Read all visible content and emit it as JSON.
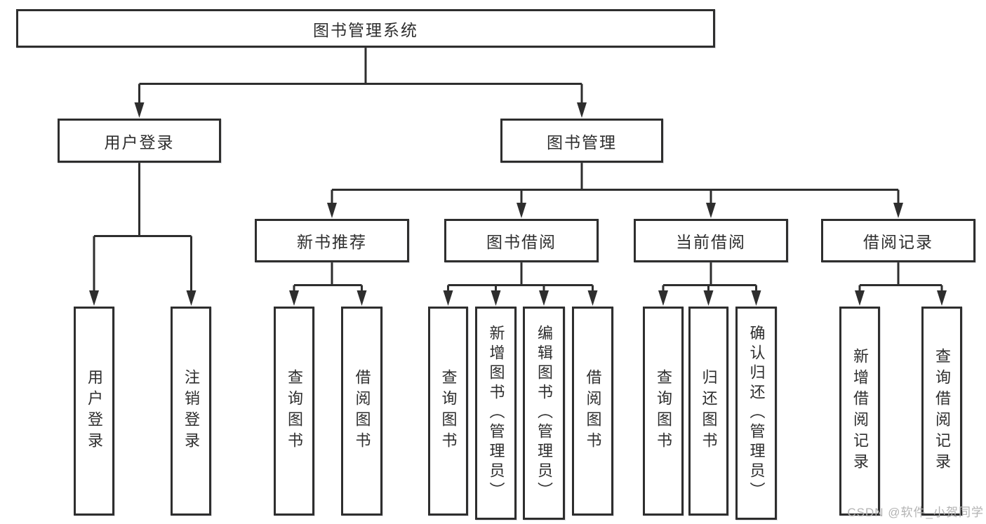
{
  "nodes": {
    "root": "图书管理系统",
    "level2": [
      "用户登录",
      "图书管理"
    ],
    "level3": [
      "新书推荐",
      "图书借阅",
      "当前借阅",
      "借阅记录"
    ],
    "leaves": {
      "login": [
        "用户登录",
        "注销登录"
      ],
      "recommend": [
        "查询图书",
        "借阅图书"
      ],
      "borrow": [
        "查询图书",
        "新增图书（管理员）",
        "编辑图书（管理员）",
        "借阅图书"
      ],
      "current": [
        "查询图书",
        "归还图书",
        "确认归还（管理员）"
      ],
      "records": [
        "新增借阅记录",
        "查询借阅记录"
      ]
    }
  },
  "watermark": "CSDN @软件_小贺同学",
  "colors": {
    "line": "#2e2e2e",
    "box_border": "#2e2e2e",
    "text": "#2e2e2e",
    "watermark": "#b3b3b3",
    "background": "#ffffff"
  }
}
